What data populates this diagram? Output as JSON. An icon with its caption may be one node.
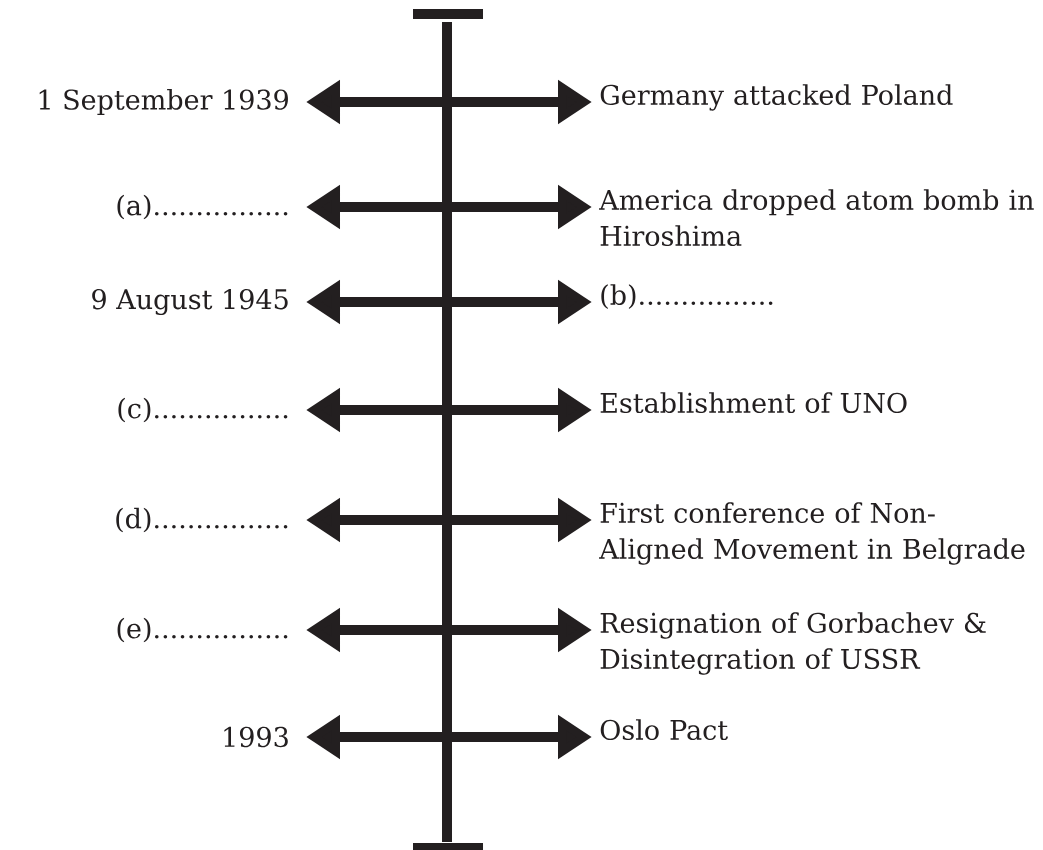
{
  "diagram": {
    "nodes": [
      {
        "text": [
          "1 September 1939"
        ]
      },
      {
        "text": [
          "Germany attacked Poland"
        ]
      },
      {
        "text": [
          "(a)................"
        ]
      },
      {
        "text": [
          "America dropped atom bomb in Hiroshima"
        ]
      },
      {
        "text": [
          "9 August 1945"
        ]
      },
      {
        "text": [
          "(b)................"
        ]
      },
      {
        "text": [
          "(c)................"
        ]
      },
      {
        "text": [
          "Establishment of UNO"
        ]
      },
      {
        "text": [
          "(d)................"
        ]
      },
      {
        "text": [
          "First conference of Non-Aligned Movement in Belgrade"
        ]
      },
      {
        "text": [
          "(e)................"
        ]
      },
      {
        "text": [
          "Resignation of Gorbachev & Disintegration of USSR"
        ]
      },
      {
        "text": [
          "1993"
        ]
      },
      {
        "text": [
          "Oslo Pact"
        ]
      }
    ],
    "edges": [
      {
        "from": 0,
        "to": 1,
        "arrow": "both"
      },
      {
        "from": 2,
        "to": 3,
        "arrow": "both"
      },
      {
        "from": 4,
        "to": 5,
        "arrow": "both"
      },
      {
        "from": 6,
        "to": 7,
        "arrow": "both"
      },
      {
        "from": 8,
        "to": 9,
        "arrow": "both"
      },
      {
        "from": 10,
        "to": 11,
        "arrow": "both"
      },
      {
        "from": 12,
        "to": 13,
        "arrow": "both"
      }
    ]
  }
}
